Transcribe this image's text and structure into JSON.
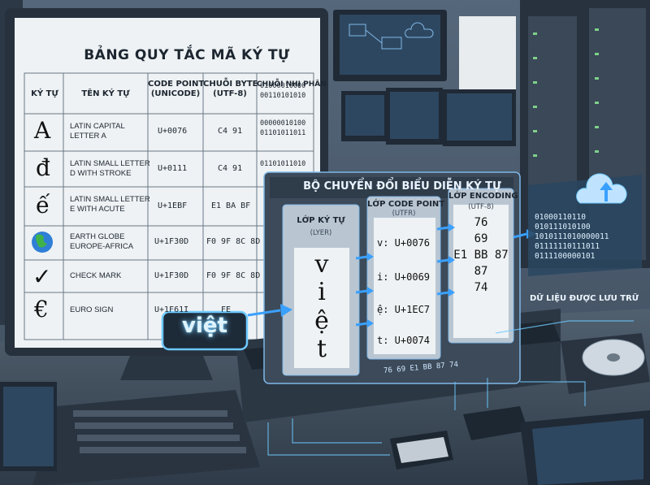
{
  "table": {
    "title": "BẢNG QUY TẮC MÃ KÝ TỰ",
    "headers": {
      "char": "KÝ TỰ",
      "name": "TÊN KÝ TỰ",
      "code_line1": "CODE POINT",
      "code_line2": "(UNICODE)",
      "byte_line1": "CHUỖI BYTE",
      "byte_line2": "(UTF-8)",
      "bin": "CHUỖI NHỊ PHÂN"
    },
    "rows": [
      {
        "char": "A",
        "name1": "LATIN CAPITAL",
        "name2": "LETTER A",
        "code": "U+0076",
        "bytes": "C4 91",
        "bin1": "01000010000",
        "bin2": "00110101010"
      },
      {
        "char": "đ",
        "name1": "LATIN SMALL LETTER",
        "name2": "D WITH STROKE",
        "code": "U+0111",
        "bytes": "C4 91",
        "bin1": "00000010100",
        "bin2": "01101011011"
      },
      {
        "char": "ế",
        "name1": "LATIN SMALL LETTER",
        "name2": "E WITH ACUTE",
        "code": "U+1EBF",
        "bytes": "E1 BA BF",
        "bin1": "01101011010",
        "bin2": ""
      },
      {
        "char": "",
        "name1": "EARTH GLOBE",
        "name2": "EUROPE-AFRICA",
        "code": "U+1F30D",
        "bytes": "F0 9F 8C 8D",
        "bin1": "",
        "bin2": ""
      },
      {
        "char": "✓",
        "name1": "CHECK MARK",
        "name2": "",
        "code": "U+1F30D",
        "bytes": "F0 9F 8C 8D",
        "bin1": "",
        "bin2": ""
      },
      {
        "char": "€",
        "name1": "EURO SIGN",
        "name2": "",
        "code": "U+1F61I",
        "bytes": "FE",
        "bin1": "",
        "bin2": ""
      }
    ]
  },
  "input_word": "việt",
  "converter": {
    "title": "BỘ CHUYỂN ĐỔI BIỂU DIỄN KÝ TỰ",
    "char_layer": {
      "title": "LỚP KÝ TỰ",
      "sub": "(LYER)",
      "chars": [
        "v",
        "i",
        "ệ",
        "t"
      ]
    },
    "code_layer": {
      "title": "LỚP CODE POINT",
      "sub": "(UTFR)",
      "items": [
        "v: U+0076",
        "i: U+0069",
        "ệ: U+1EC7",
        "t: U+0074"
      ]
    },
    "enc_layer": {
      "title": "LỚP ENCODING",
      "sub": "(UTF-8)",
      "bytes": [
        "76",
        "69",
        "E1 BB 87",
        "87",
        "74"
      ]
    }
  },
  "strip_text": "76 69 E1 BB 87 74",
  "storage": {
    "label": "DỮ LIỆU ĐƯỢC LƯU TRỮ",
    "binary": [
      "01000110110",
      "010111010100",
      "1010111010000011",
      "01111110111011",
      "0111100000101"
    ]
  },
  "colors": {
    "glow": "#6ec9ff",
    "screen": "#eef2f4",
    "panel": "#4c5c6d",
    "accent": "#3aa0ff"
  }
}
